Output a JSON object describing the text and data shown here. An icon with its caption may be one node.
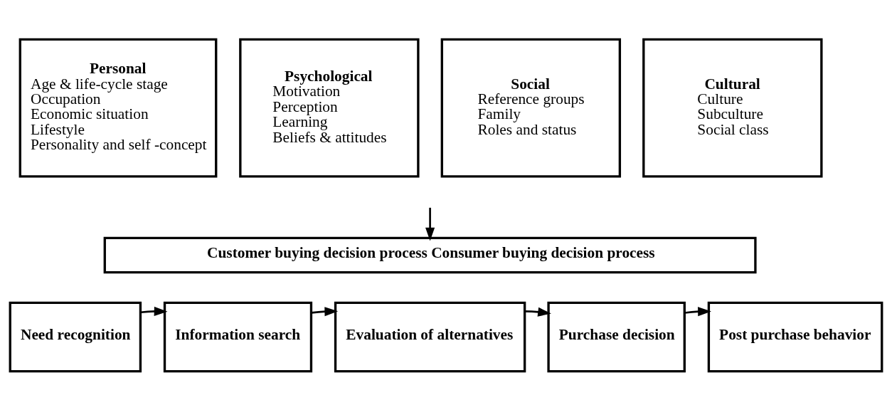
{
  "diagram": {
    "nodes": [
      {
        "text": [
          "Personal",
          "Age & life-cycle stage",
          "Occupation",
          "Economic situation",
          "Lifestyle",
          "Personality and self -concept"
        ]
      },
      {
        "text": [
          "Psychological",
          "Motivation",
          "Perception",
          "Learning",
          "Beliefs & attitudes"
        ]
      },
      {
        "text": [
          "Social",
          "Reference groups",
          "Family",
          "Roles and status"
        ]
      },
      {
        "text": [
          "Cultural",
          "Culture",
          "Subculture",
          "Social class"
        ]
      },
      {
        "text": [
          "Customer buying decision process Consumer buying decision process"
        ]
      },
      {
        "text": [
          "Need recognition"
        ]
      },
      {
        "text": [
          "Information search"
        ]
      },
      {
        "text": [
          "Evaluation of alternatives"
        ]
      },
      {
        "text": [
          "Purchase decision"
        ]
      },
      {
        "text": [
          "Post purchase behavior"
        ]
      }
    ],
    "edges": [
      {
        "from": null,
        "to": 4,
        "arrow": "to"
      },
      {
        "from": 5,
        "to": 6,
        "arrow": "to"
      },
      {
        "from": 6,
        "to": 7,
        "arrow": "to"
      },
      {
        "from": 7,
        "to": 8,
        "arrow": "to"
      },
      {
        "from": 8,
        "to": 9,
        "arrow": "to"
      }
    ]
  }
}
